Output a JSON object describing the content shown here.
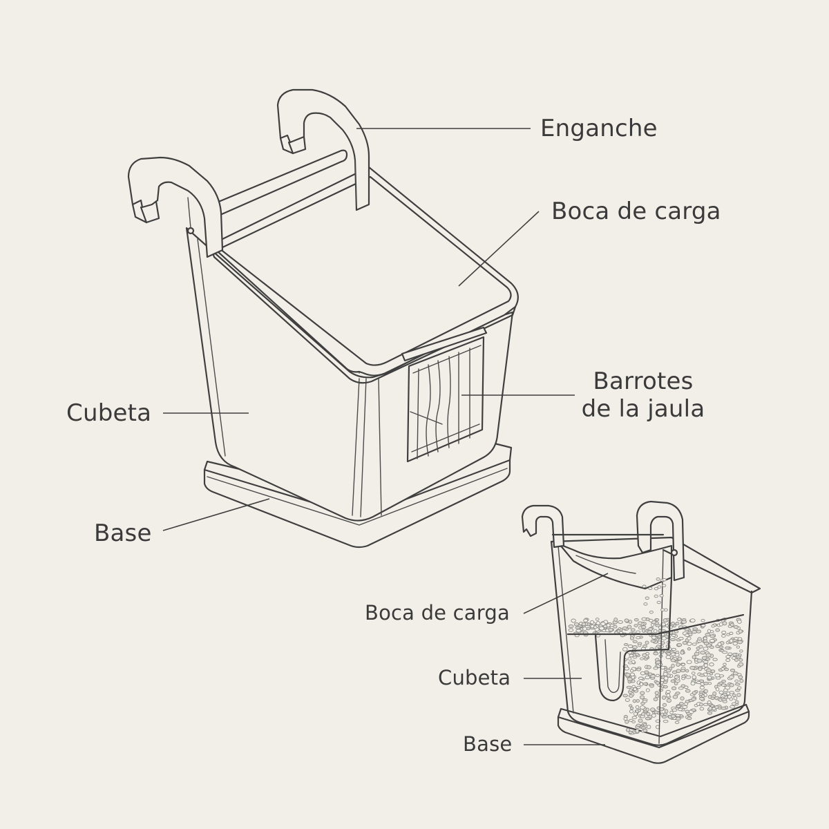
{
  "labels": {
    "main": {
      "hook": "Enganche",
      "mouth": "Boca de carga",
      "bars_line1": "Barrotes",
      "bars_line2": "de la jaula",
      "tray": "Cubeta",
      "base": "Base"
    },
    "inset": {
      "mouth": "Boca de carga",
      "tray": "Cubeta",
      "base": "Base"
    }
  },
  "colors": {
    "background": "#f1efe8",
    "line": "#3f3f3f",
    "text": "#3a3a3a",
    "seed": "#8a8a86"
  }
}
